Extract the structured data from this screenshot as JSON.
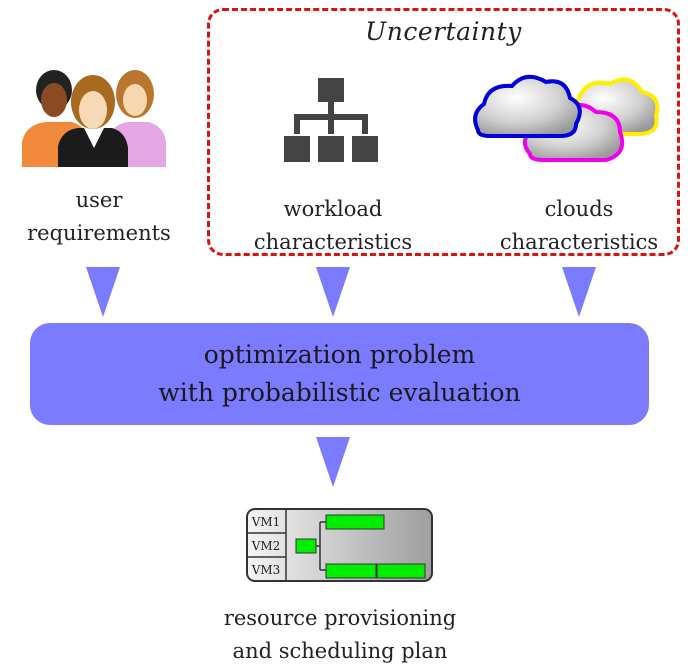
{
  "uncertainty": {
    "title": "Uncertainty"
  },
  "inputs": [
    {
      "lines": [
        "user",
        "requirements"
      ],
      "icon": "people-icon"
    },
    {
      "lines": [
        "workload",
        "characteristics"
      ],
      "icon": "hierarchy-icon"
    },
    {
      "lines": [
        "clouds",
        "characteristics"
      ],
      "icon": "clouds-icon"
    }
  ],
  "optimization": {
    "lines": [
      "optimization problem",
      "with probabilistic evaluation"
    ]
  },
  "output": {
    "lines": [
      "resource provisioning",
      "and scheduling plan"
    ],
    "vm_labels": [
      "VM1",
      "VM2",
      "VM3"
    ]
  },
  "colors": {
    "accent": "#7b7bff",
    "uncertainty_border": "#dd1111",
    "task_bar": "#00ee00"
  }
}
